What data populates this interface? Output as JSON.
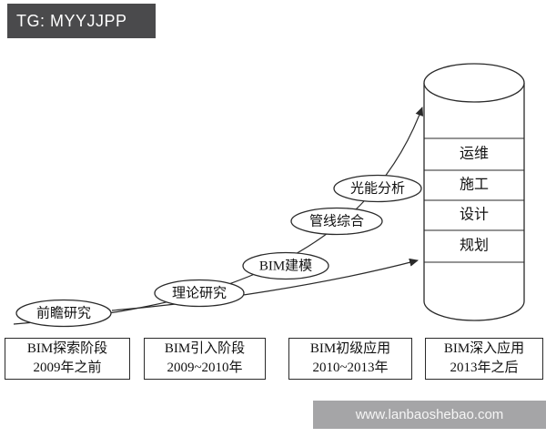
{
  "badge": {
    "text": "TG: MYYJJPP"
  },
  "diagram": {
    "bubbles": [
      {
        "label": "前瞻研究"
      },
      {
        "label": "理论研究"
      },
      {
        "label": "BIM建模"
      },
      {
        "label": "管线综合"
      },
      {
        "label": "光能分析"
      }
    ],
    "cylinder_layers": [
      {
        "label": "运维"
      },
      {
        "label": "施工"
      },
      {
        "label": "设计"
      },
      {
        "label": "规划"
      }
    ]
  },
  "stages": [
    {
      "title": "BIM探索阶段",
      "period": "2009年之前"
    },
    {
      "title": "BIM引入阶段",
      "period": "2009~2010年"
    },
    {
      "title": "BIM初级应用",
      "period": "2010~2013年"
    },
    {
      "title": "BIM深入应用",
      "period": "2013年之后"
    }
  ],
  "watermark": {
    "text": "www.lanbaoshebao.com"
  },
  "colors": {
    "badge_bg": "#4a4a4c",
    "watermark_bg": "#a5a5a7",
    "line": "#2a2a2a"
  }
}
